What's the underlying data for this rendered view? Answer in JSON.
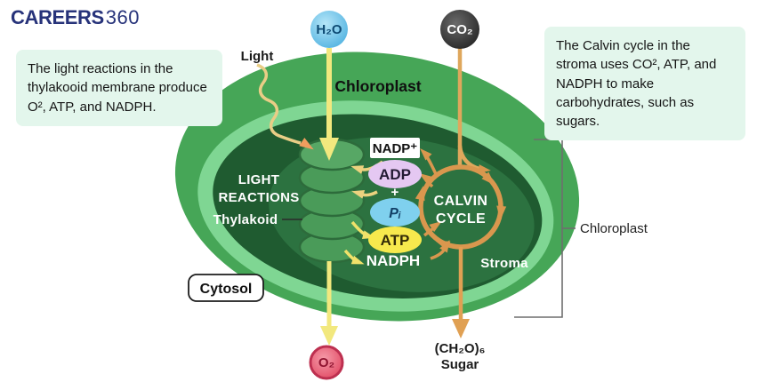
{
  "logo": {
    "brand": "CAREERS",
    "suffix": "360"
  },
  "callouts": {
    "left": "The light reactions in the thylakooid membrane produce O², ATP, and NADPH.",
    "right": "The Calvin cycle in the stroma uses CO², ATP, and NADPH to make carbohydrates, such as sugars."
  },
  "diagram": {
    "inputs": {
      "water": "H₂O",
      "carbon_dioxide": "CO₂",
      "light": "Light"
    },
    "organelle": {
      "title": "Chloroplast",
      "thylakoid": "Thylakoid",
      "stroma": "Stroma",
      "cytosol": "Cytosol",
      "bracket_label": "Chloroplast"
    },
    "processes": {
      "light_line1": "LIGHT",
      "light_line2": "REACTIONS",
      "calvin_line1": "CALVIN",
      "calvin_line2": "CYCLE"
    },
    "molecules": {
      "nadp": "NADP⁺",
      "adp": "ADP",
      "plus": "+",
      "pi": "Pᵢ",
      "atp": "ATP",
      "nadph": "NADPH"
    },
    "outputs": {
      "oxygen": "O₂",
      "sugar_formula": "(CH₂O)₆",
      "sugar_label": "Sugar"
    },
    "colors": {
      "mint_panel": "#e3f6ec",
      "brand_navy": "#27337a",
      "outer_membrane": "#46a657",
      "inner_rim": "#7fd693",
      "stroma_dark": "#1f5b30",
      "stroma_light": "#2c7240",
      "thylakoid_disc": "#4a9b59",
      "thylakoid_disc_top": "#57a765",
      "adp_fill": "#e5c8f2",
      "pi_fill": "#7fd0ee",
      "atp_fill": "#f7e94d",
      "nadp_box": "#ffffff",
      "calvin_arrow": "#d9974e",
      "co2_path": "#dfa75c",
      "product_path": "#e0a053",
      "light_path": "#f2e87e",
      "pale_arrow": "#ecd27f",
      "h2o_fill": "#5fbce6",
      "co2_fill": "#3a3a3a",
      "o2_fill": "#e85a6e"
    }
  }
}
